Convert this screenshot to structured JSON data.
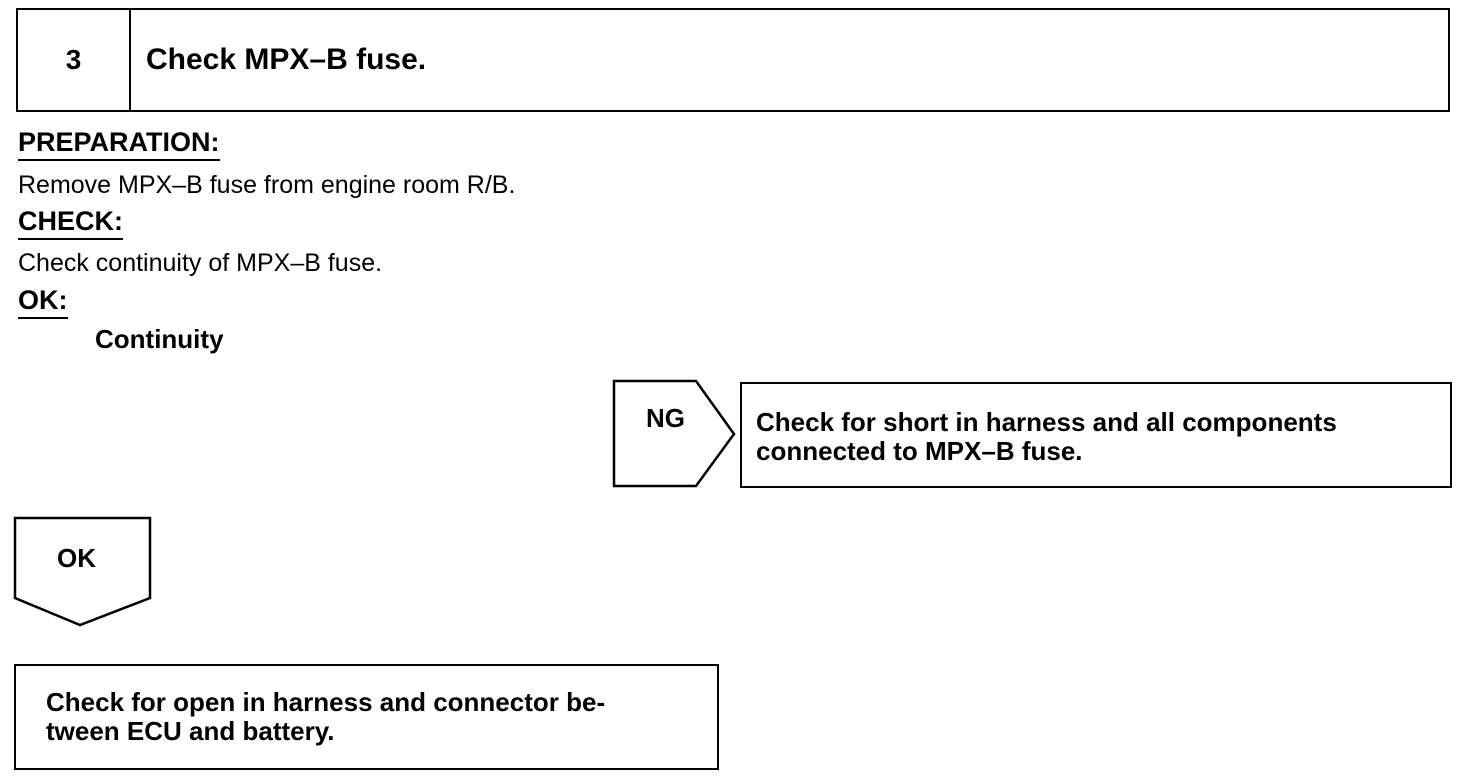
{
  "step": {
    "number": "3",
    "title": "Check MPX–B fuse."
  },
  "preparation": {
    "label": "PREPARATION:",
    "text": "Remove MPX–B fuse from engine room R/B."
  },
  "check": {
    "label": "CHECK:",
    "text": "Check continuity of MPX–B fuse."
  },
  "ok_spec": {
    "label": "OK:",
    "value": "Continuity"
  },
  "ng_branch": {
    "label": "NG",
    "result_line1": "Check for short in harness and all components",
    "result_line2": "connected to MPX–B fuse."
  },
  "ok_branch": {
    "label": "OK",
    "result_line1": "Check for open in harness and connector be-",
    "result_line2": "tween ECU and battery."
  }
}
